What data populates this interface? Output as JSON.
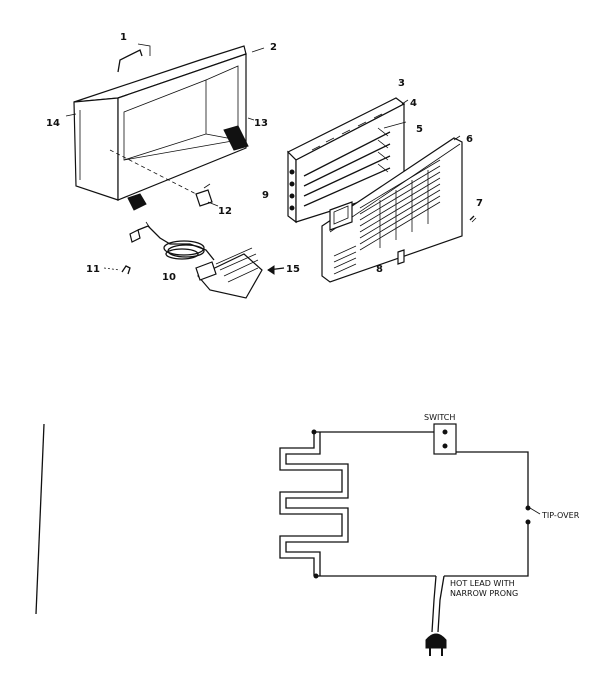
{
  "exploded_view": {
    "callouts": [
      "1",
      "2",
      "3",
      "4",
      "5",
      "6",
      "7",
      "8",
      "9",
      "10",
      "11",
      "12",
      "13",
      "14",
      "15"
    ]
  },
  "schematic": {
    "switch_label": "SWITCH",
    "tipover_label": "TIP-OVER",
    "hot_lead_label_line1": "HOT LEAD WITH",
    "hot_lead_label_line2": "NARROW PRONG"
  }
}
